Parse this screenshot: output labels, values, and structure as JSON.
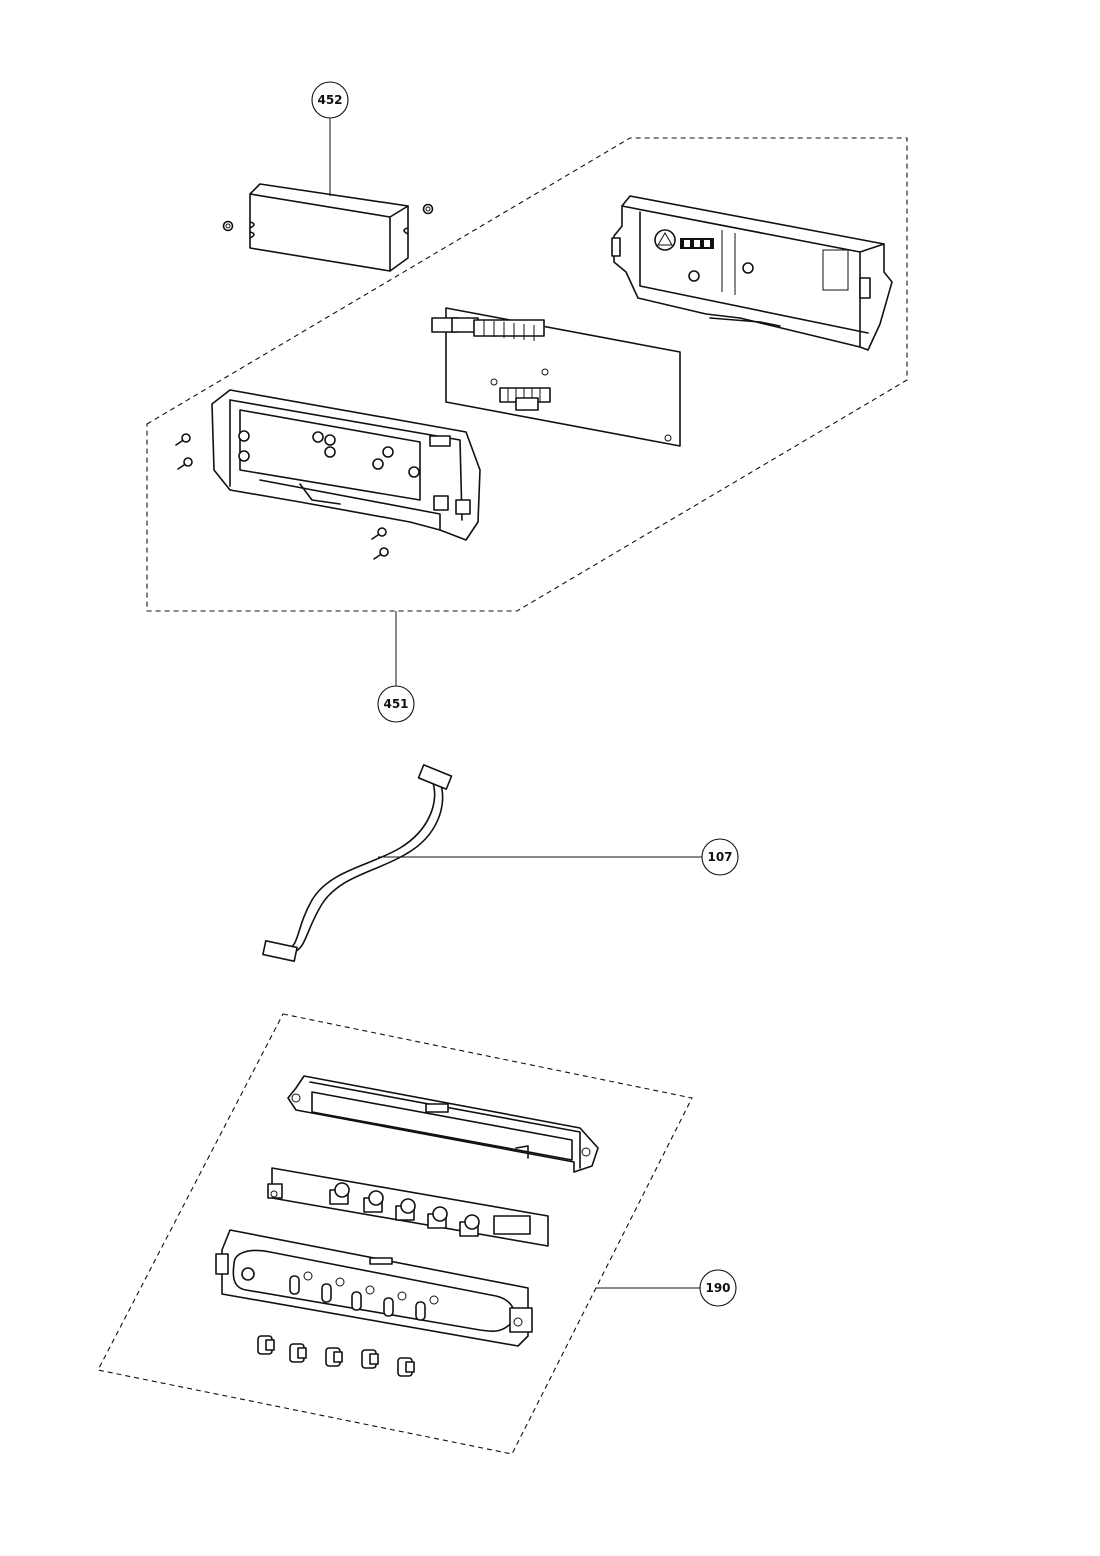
{
  "callouts": {
    "c452": "452",
    "c451": "451",
    "c107": "107",
    "c190": "190"
  }
}
